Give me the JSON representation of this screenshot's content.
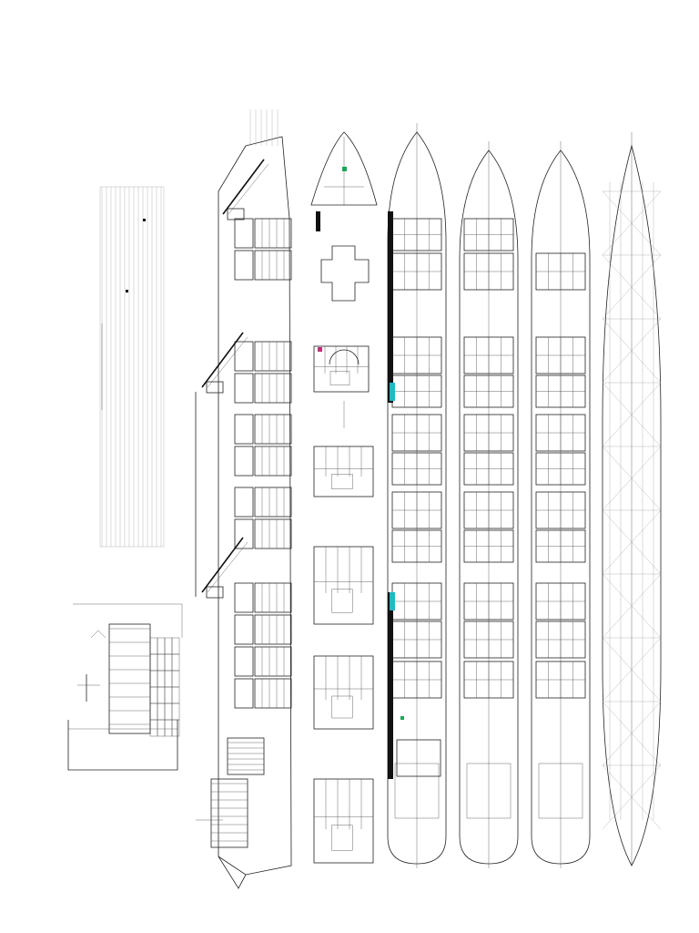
{
  "drawing": {
    "views": [
      {
        "id": "midship-section"
      },
      {
        "id": "notes-table"
      },
      {
        "id": "profile-view"
      },
      {
        "id": "accommodation-decks"
      },
      {
        "id": "upper-deck-plan"
      },
      {
        "id": "main-deck-plan"
      },
      {
        "id": "tank-top-plan"
      },
      {
        "id": "double-bottom-plan"
      }
    ],
    "colors": {
      "line": "#222222",
      "accent_green": "#1aa85a",
      "accent_cyan": "#22b8c8",
      "accent_magenta": "#c0307a"
    }
  }
}
